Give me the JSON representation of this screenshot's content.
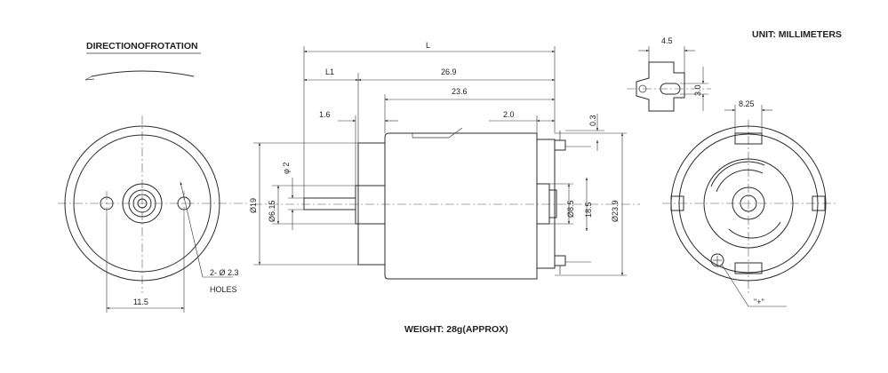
{
  "title": "DIRECTIONOFROTATION",
  "unit_note": "UNIT: MILLIMETERS",
  "weight_note": "WEIGHT: 28g(APPROX)",
  "front_view": {
    "holes_label": "2- Ø 2.3",
    "holes_word": "HOLES",
    "hole_spacing": "11.5"
  },
  "side_view": {
    "overall_length": "L",
    "shaft_length": "L1",
    "body_length": "26.9",
    "can_length": "23.6",
    "shaft_step": "1.6",
    "terminal_length": "2.0",
    "terminal_offset": "0.3",
    "shaft_diameter": "φ 2",
    "bushing_diameter": "Ø6.15",
    "flange_diameter": "Ø19",
    "rear_boss_diameter": "Ø8.5",
    "flat_height": "18.5",
    "body_diameter": "Ø23.9"
  },
  "terminal_detail": {
    "width": "4.5",
    "slot": "3.0"
  },
  "rear_view": {
    "terminal_spacing": "8.25",
    "polarity_mark": "\"+\""
  }
}
